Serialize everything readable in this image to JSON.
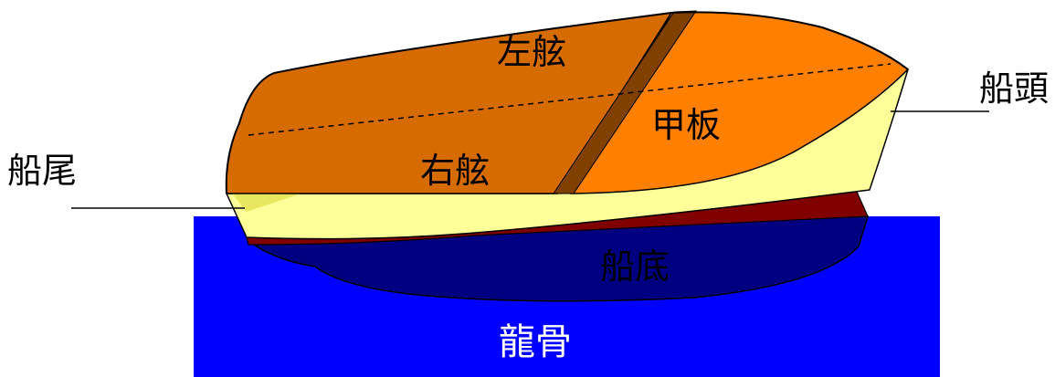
{
  "labels": {
    "port": "左舷",
    "starboard": "右舷",
    "deck": "甲板",
    "bow": "船頭",
    "stern": "船尾",
    "bottom": "船底",
    "keel": "龍骨"
  },
  "colors": {
    "water": "#0000ff",
    "hull_bottom": "#000080",
    "deck_front": "#ff8000",
    "deck_rear": "#d66b00",
    "stripe": "#804000",
    "hull_side": "#ffff99",
    "hull_side_dark": "#e8e860",
    "waterline": "#800000",
    "outline": "#000000"
  }
}
